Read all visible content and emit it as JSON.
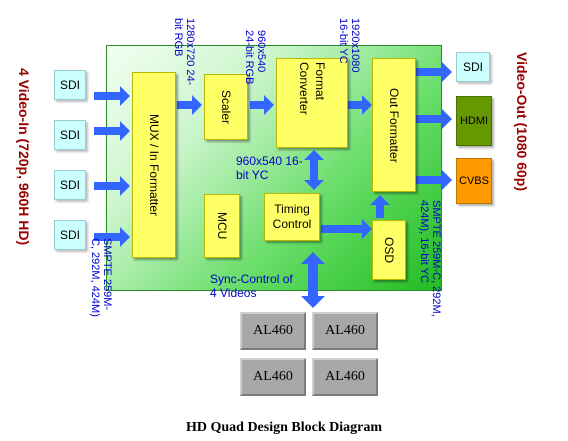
{
  "inputs": {
    "label": "4 Video-In (720p, 960H HD)",
    "sdi": [
      "SDI",
      "SDI",
      "SDI",
      "SDI"
    ],
    "standard": "SMPTE 259M-C, 292M, 424M)"
  },
  "blocks": {
    "mux": "MUX / In Formatter",
    "scaler": "Scaler",
    "format_converter": "Format Converter",
    "out_formatter": "Out Formatter",
    "mcu": "MCU",
    "timing_control": "Timing Control",
    "osd": "OSD"
  },
  "signals": {
    "s1": "1280x720 24-bit RGB",
    "s2": "960x540 24-bit RGB",
    "s3": "1920x1080 16-bit YC",
    "s4": "960x540 16-bit YC",
    "sync": "Sync-Control of 4 Videos"
  },
  "outputs": {
    "label": "Video-Out (1080 60p)",
    "items": [
      "SDI",
      "HDMI",
      "CVBS"
    ],
    "standard": "SMPTE 259M-C, 292M, 424M), 16-bit YC"
  },
  "chips": [
    "AL460",
    "AL460",
    "AL460",
    "AL460"
  ],
  "caption": "HD Quad Design Block Diagram",
  "colors": {
    "arrow": "#3366ff",
    "fpga_green": "#33cc33",
    "block_yellow": "#ffff66",
    "sdi_cyan": "#ccffff",
    "hdmi_olive": "#669900",
    "cvbs_orange": "#ff9900",
    "label_blue": "#0000cc",
    "label_red": "#990000"
  }
}
